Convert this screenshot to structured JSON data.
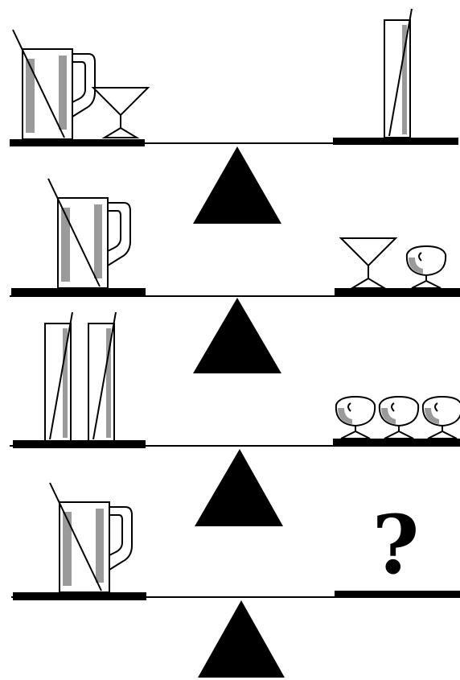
{
  "puzzle": {
    "unknown_symbol": "?",
    "ink_color": "#000000",
    "shade_color": "#9a9a9a",
    "background_color": "#ffffff",
    "scales": [
      {
        "left": [
          "pitcher",
          "martini-glass"
        ],
        "right": [
          "tall-glass"
        ],
        "balanced": true
      },
      {
        "left": [
          "pitcher"
        ],
        "right": [
          "martini-glass",
          "brandy-snifter"
        ],
        "balanced": true
      },
      {
        "left": [
          "tall-glass",
          "tall-glass"
        ],
        "right": [
          "brandy-snifter",
          "brandy-snifter",
          "brandy-snifter"
        ],
        "balanced": true
      },
      {
        "left": [
          "pitcher"
        ],
        "right": [
          "unknown"
        ],
        "balanced": true
      }
    ]
  }
}
